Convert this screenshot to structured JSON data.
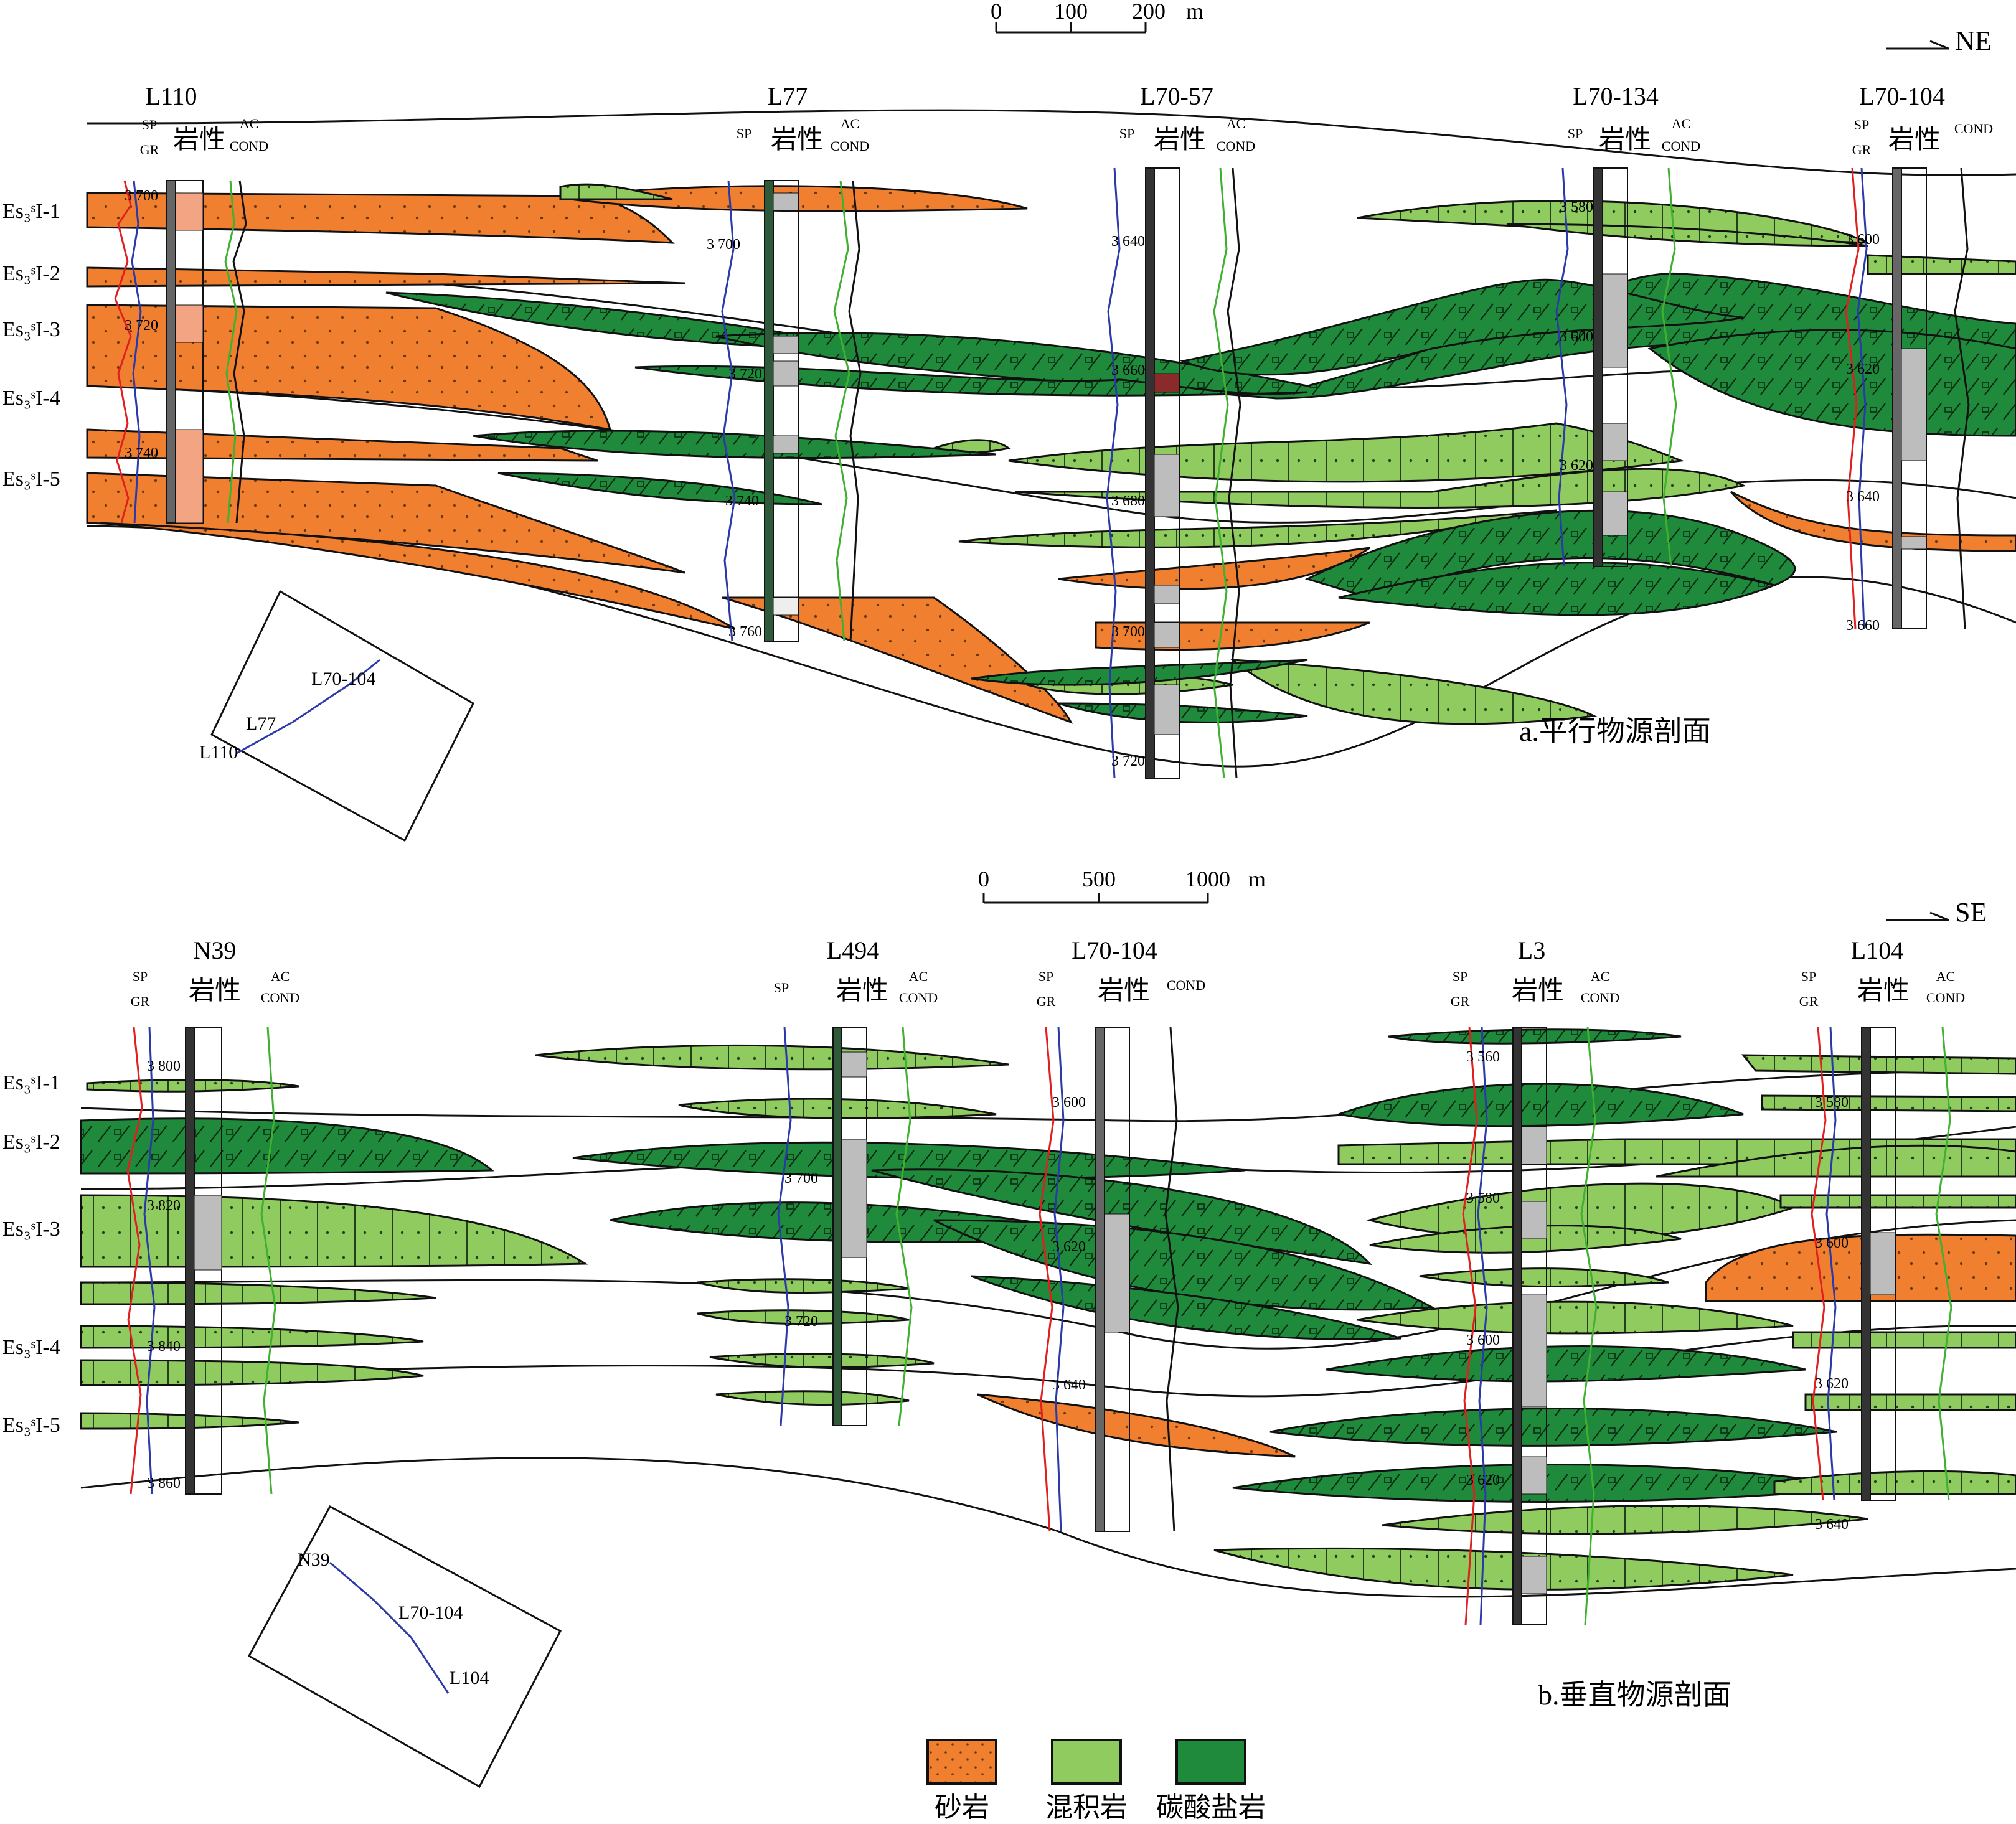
{
  "panel_a": {
    "caption": "a.平行物源剖面",
    "direction": "NE",
    "scale": {
      "ticks": [
        "0",
        "100",
        "200"
      ],
      "unit": "m"
    },
    "zones": [
      "Es₃ˢI-1",
      "Es₃ˢI-2",
      "Es₃ˢI-3",
      "Es₃ˢI-4",
      "Es₃ˢI-5"
    ],
    "wells": [
      {
        "name": "L110",
        "curve_left": [
          "SP",
          "GR"
        ],
        "lith": "岩性",
        "curve_right": [
          "AC",
          "COND"
        ],
        "depths": [
          "3 700",
          "3 720",
          "3 740"
        ]
      },
      {
        "name": "L77",
        "curve_left": [
          "SP"
        ],
        "lith": "岩性",
        "curve_right": [
          "AC",
          "COND"
        ],
        "depths": [
          "3 700",
          "3 720",
          "3 740",
          "3 760"
        ]
      },
      {
        "name": "L70-57",
        "curve_left": [
          "SP"
        ],
        "lith": "岩性",
        "curve_right": [
          "AC",
          "COND"
        ],
        "depths": [
          "3 640",
          "3 660",
          "3 680",
          "3 700",
          "3 720"
        ]
      },
      {
        "name": "L70-134",
        "curve_left": [
          "SP"
        ],
        "lith": "岩性",
        "curve_right": [
          "AC",
          "COND"
        ],
        "depths": [
          "3 580",
          "3 600",
          "3 620"
        ]
      },
      {
        "name": "L70-104",
        "curve_left": [
          "SP",
          "GR"
        ],
        "lith": "岩性",
        "curve_right": [
          "COND"
        ],
        "depths": [
          "3 600",
          "3 620",
          "3 640",
          "3 660"
        ]
      }
    ],
    "inset_labels": [
      "L70-104",
      "L77",
      "L110"
    ]
  },
  "panel_b": {
    "caption": "b.垂直物源剖面",
    "direction": "SE",
    "scale": {
      "ticks": [
        "0",
        "500",
        "1000"
      ],
      "unit": "m"
    },
    "zones": [
      "Es₃ˢI-1",
      "Es₃ˢI-2",
      "Es₃ˢI-3",
      "Es₃ˢI-4",
      "Es₃ˢI-5"
    ],
    "wells": [
      {
        "name": "N39",
        "curve_left": [
          "SP",
          "GR"
        ],
        "lith": "岩性",
        "curve_right": [
          "AC",
          "COND"
        ],
        "depths": [
          "3 800",
          "3 820",
          "3 840",
          "3 860"
        ]
      },
      {
        "name": "L494",
        "curve_left": [
          "SP"
        ],
        "lith": "岩性",
        "curve_right": [
          "AC",
          "COND"
        ],
        "depths": [
          "3 700",
          "3 720"
        ]
      },
      {
        "name": "L70-104",
        "curve_left": [
          "SP",
          "GR"
        ],
        "lith": "岩性",
        "curve_right": [
          "COND"
        ],
        "depths": [
          "3 600",
          "3 620",
          "3 640"
        ]
      },
      {
        "name": "L3",
        "curve_left": [
          "SP",
          "GR"
        ],
        "lith": "岩性",
        "curve_right": [
          "AC",
          "COND"
        ],
        "depths": [
          "3 560",
          "3 580",
          "3 600",
          "3 620"
        ]
      },
      {
        "name": "L104",
        "curve_left": [
          "SP",
          "GR"
        ],
        "lith": "岩性",
        "curve_right": [
          "AC",
          "COND"
        ],
        "depths": [
          "3 580",
          "3 600",
          "3 620",
          "3 640"
        ]
      }
    ],
    "inset_labels": [
      "N39",
      "L70-104",
      "L104"
    ]
  },
  "legend": [
    {
      "label": "砂岩",
      "color": "#f08030"
    },
    {
      "label": "混积岩",
      "color": "#8fcb5e"
    },
    {
      "label": "碳酸盐岩",
      "color": "#1f8a3c"
    }
  ],
  "colors": {
    "sand": "#f08030",
    "mixed": "#8fcb5e",
    "carb": "#1f8a3c",
    "sp": "#2b3aa8",
    "gr": "#e02020",
    "ac": "#40b030",
    "cond": "#111111"
  }
}
